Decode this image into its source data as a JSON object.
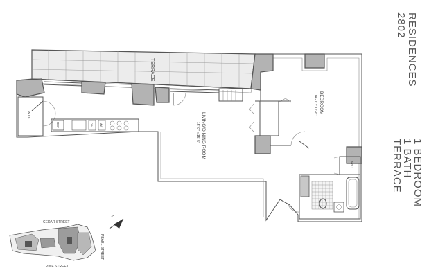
{
  "residence": {
    "line1": "RESIDENCES",
    "line2": "2802"
  },
  "unit_summary": {
    "bedrooms": "1 BEDROOM",
    "baths": "1 BATH",
    "extra": "TERRACE"
  },
  "rooms": {
    "terrace": "TERRACE",
    "living_name": "LIVING/DINING ROOM",
    "living_dims": "15'-0\" x 15'-5\"",
    "bedroom_name": "BEDROOM",
    "bedroom_dims": "14'-0\" x 12'-6\"",
    "wic": "W.I.C.",
    "wd": "W/D",
    "ref": "REF",
    "dw": "DW",
    "mw": "MW"
  },
  "key_plan": {
    "north": "N",
    "street_top": "CEDAR STREET",
    "street_right": "PEARL STREET",
    "street_bottom": "PINE STREET"
  }
}
